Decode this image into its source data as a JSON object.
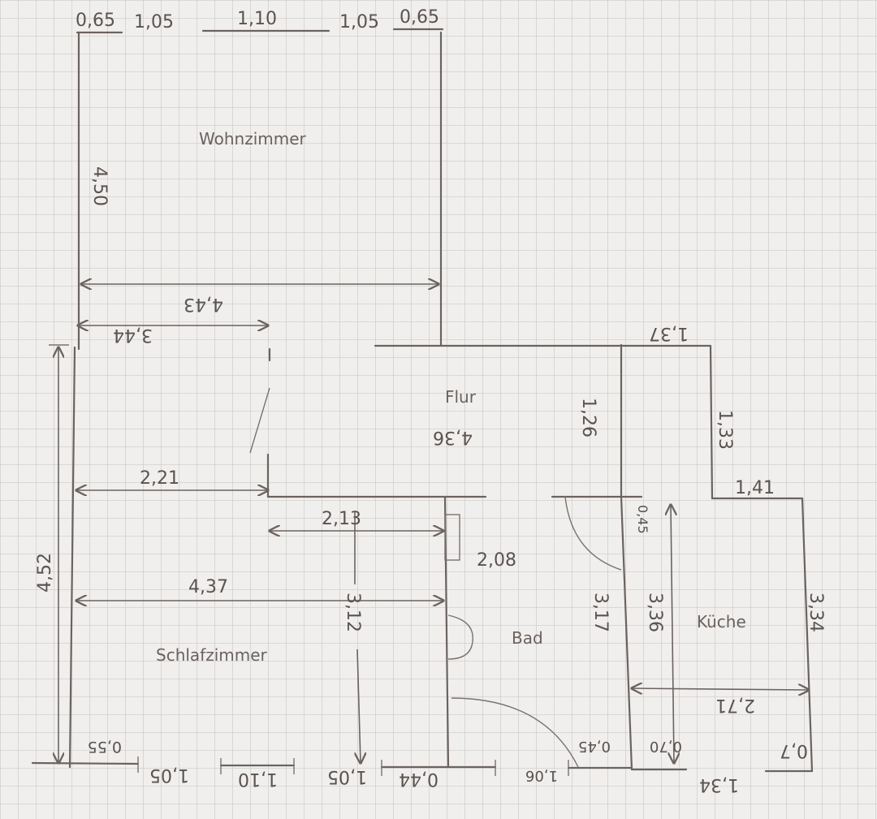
{
  "colors": {
    "paper": "#f1efed",
    "grid": "#c9c9cc",
    "pencil": "#6b635f"
  },
  "rooms": {
    "wohnzimmer": "Wohnzimmer",
    "flur": "Flur",
    "schlafzimmer": "Schlafzimmer",
    "bad": "Bad",
    "kueche": "Küche"
  },
  "dims_top": [
    "0,65",
    "1,05",
    "1,10",
    "1,05",
    "0,65"
  ],
  "dims_bottom": [
    "0,55",
    "1,05",
    "1,10",
    "1,05",
    "0,44",
    "1,06",
    "0,45",
    "0,70",
    "1,34",
    "0,7"
  ],
  "dims": {
    "wohn_height": "4,50",
    "wohn_width": "4,43",
    "top_left": "3,44",
    "flur_top_right": "1,37",
    "flur_width": "4,36",
    "flur_height": "1,26",
    "kueche_right_upper": "1,33",
    "kueche_top": "1,41",
    "schlaf_upper_width": "2,21",
    "bath_top_width": "2,13",
    "bath_door_height": "2,08",
    "schlaf_width": "4,37",
    "schlaf_height": "3,12",
    "total_height": "4,52",
    "bad_right_height": "3,17",
    "kueche_height": "3,36",
    "kueche_right": "3,34",
    "kueche_width": "2,71",
    "kueche_wall_small": "0,45"
  }
}
